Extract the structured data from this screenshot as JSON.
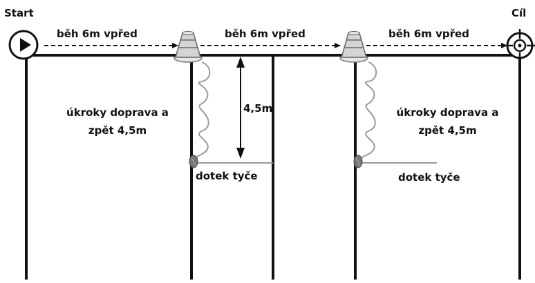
{
  "labels": {
    "start": "Start",
    "finish": "Cíl",
    "run1": "běh 6m vpřed",
    "run2": "běh 6m vpřed",
    "run3": "běh 6m vpřed",
    "shuffle_left": "úkroky doprava a zpět 4,5m",
    "shuffle_right": "úkroky doprava a zpět 4,5m",
    "distance": "4,5m",
    "touch_left": "dotek tyče",
    "touch_right": "dotek tyče"
  },
  "icons": {
    "start": "play-icon",
    "finish": "target-icon",
    "cones": [
      "cone-icon",
      "cone-icon"
    ],
    "poles": [
      "pole-icon",
      "pole-icon"
    ]
  },
  "colors": {
    "line": "#111111",
    "cone": "#cfcfcf",
    "squiggle": "#9a9a9a",
    "pole": "#666666"
  }
}
